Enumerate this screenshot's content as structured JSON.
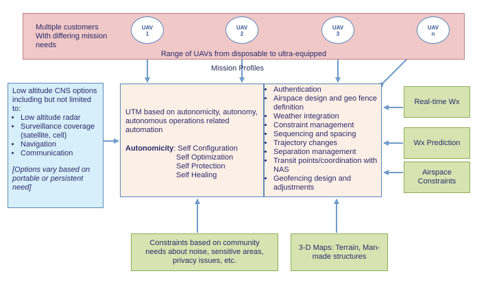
{
  "customers": {
    "text_lines": [
      "Multiple customers",
      "With differing mission",
      "needs"
    ],
    "range": "Range of UAVs from disposable to ultra-equipped"
  },
  "mission_profiles": "Mission Profiles",
  "uavs": [
    {
      "line1": "UAV",
      "line2": "1"
    },
    {
      "line1": "UAV",
      "line2": "2"
    },
    {
      "line1": "UAV",
      "line2": "3"
    },
    {
      "line1": "UAV",
      "line2": "n"
    }
  ],
  "cns": {
    "intro": "Low altitude CNS options including but not limited to:",
    "items": [
      "Low altitude radar",
      "Surveillance coverage (satellite, cell)",
      "Navigation",
      "Communication"
    ],
    "note": "[Options vary based on portable or persistent need]"
  },
  "utm": {
    "intro": "UTM based on autonomicity, autonomy, autonomous operations related automation",
    "autonomicity_label": "Autonomicity",
    "autonomicity_items": [
      "Self Configuration",
      "Self Optimization",
      "Self Protection",
      "Self Healing"
    ],
    "functions": [
      "Authentication",
      "Airspace design and geo fence definition",
      "Weather integration",
      "Constraint management",
      "Sequencing and spacing",
      "Trajectory changes",
      "Separation management",
      "Transit points/coordination with NAS",
      "Geofencing design and adjustments"
    ]
  },
  "inputs": {
    "wx": "Real-time Wx",
    "wx_prediction": "Wx Prediction",
    "airspace": "Airspace Constraints",
    "constraints": "Constraints based on community needs about noise, sensitive areas, privacy issues, etc.",
    "maps": "3-D Maps: Terrain, Man-made structures"
  }
}
